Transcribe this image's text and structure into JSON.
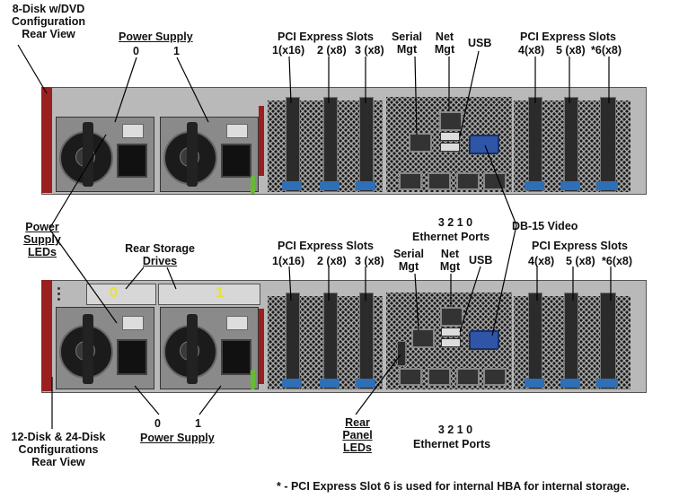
{
  "top": {
    "view_title": [
      "8-Disk w/DVD",
      "Configuration",
      "Rear View"
    ],
    "power_supply_title": "Power Supply",
    "ps_numbers": [
      "0",
      "1"
    ],
    "pci_left_title": "PCI Express Slots",
    "pci_left_slots": [
      "1(x16)",
      "2 (x8)",
      "3 (x8)"
    ],
    "serial_mgt": [
      "Serial",
      "Mgt"
    ],
    "net_mgt": [
      "Net",
      "Mgt"
    ],
    "usb": "USB",
    "pci_right_title": "PCI Express Slots",
    "pci_right_slots": [
      "4(x8)",
      "5 (x8)",
      "*6(x8)"
    ],
    "ethernet_numbers": "3   2   1   0",
    "ethernet_ports": "Ethernet Ports",
    "db15": "DB-15 Video"
  },
  "middle": {
    "power_supply_leds": [
      "Power",
      "Supply",
      "LEDs"
    ],
    "rear_storage": [
      "Rear Storage",
      "Drives"
    ],
    "drive_numbers": [
      "0",
      "1"
    ]
  },
  "bottom": {
    "pci_left_title": "PCI Express Slots",
    "pci_left_slots": [
      "1(x16)",
      "2 (x8)",
      "3 (x8)"
    ],
    "serial_mgt": [
      "Serial",
      "Mgt"
    ],
    "net_mgt": [
      "Net",
      "Mgt"
    ],
    "usb": "USB",
    "pci_right_title": "PCI Express Slots",
    "pci_right_slots": [
      "4(x8)",
      "5 (x8)",
      "*6(x8)"
    ],
    "view_title": [
      "12-Disk & 24-Disk",
      "Configurations",
      "Rear View"
    ],
    "ps_numbers": [
      "0",
      "1"
    ],
    "power_supply_title": "Power Supply",
    "rear_panel_leds": [
      "Rear",
      "Panel",
      "LEDs"
    ],
    "ethernet_numbers": "3   2   1   0",
    "ethernet_ports": "Ethernet Ports"
  },
  "footnote": "* - PCI Express Slot 6 is used for internal HBA for internal storage.",
  "colors": {
    "chassis": "#b9b9b9",
    "ear": "#9a1f1f",
    "slot_tab": "#2f6fb6",
    "vga": "#2f55a8",
    "latch": "#66bb33",
    "drive_number": "#e8e233"
  }
}
